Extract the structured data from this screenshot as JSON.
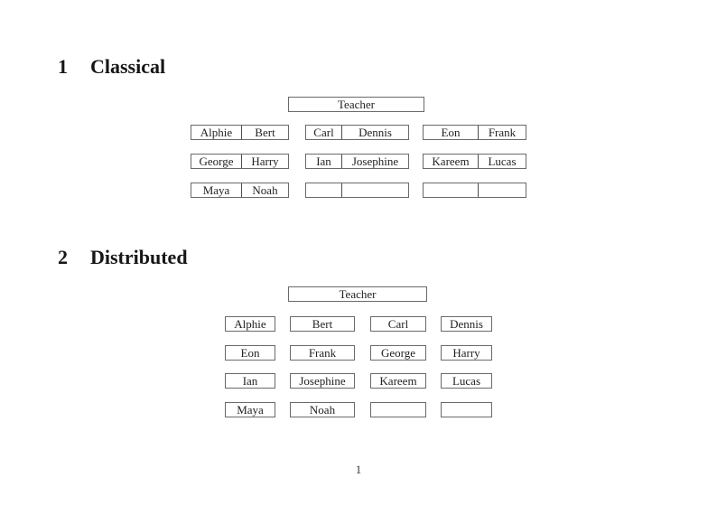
{
  "page": {
    "number": "1"
  },
  "colors": {
    "ink": "#222222",
    "box_border": "#6a6a6a",
    "background": "#ffffff"
  },
  "sections": [
    {
      "number": "1",
      "title": "Classical",
      "teacher_label": "Teacher",
      "layout": "3 rows of 3 two-seat desks facing the teacher",
      "rows": [
        [
          [
            "Alphie",
            "Bert"
          ],
          [
            "Carl",
            "Dennis"
          ],
          [
            "Eon",
            "Frank"
          ]
        ],
        [
          [
            "George",
            "Harry"
          ],
          [
            "Ian",
            "Josephine"
          ],
          [
            "Kareem",
            "Lucas"
          ]
        ],
        [
          [
            "Maya",
            "Noah"
          ],
          [
            "",
            ""
          ],
          [
            "",
            ""
          ]
        ]
      ]
    },
    {
      "number": "2",
      "title": "Distributed",
      "teacher_label": "Teacher",
      "layout": "4 rows of 4 single-seat desks facing the teacher",
      "rows": [
        [
          "Alphie",
          "Bert",
          "Carl",
          "Dennis"
        ],
        [
          "Eon",
          "Frank",
          "George",
          "Harry"
        ],
        [
          "Ian",
          "Josephine",
          "Kareem",
          "Lucas"
        ],
        [
          "Maya",
          "Noah",
          "",
          ""
        ]
      ]
    }
  ]
}
